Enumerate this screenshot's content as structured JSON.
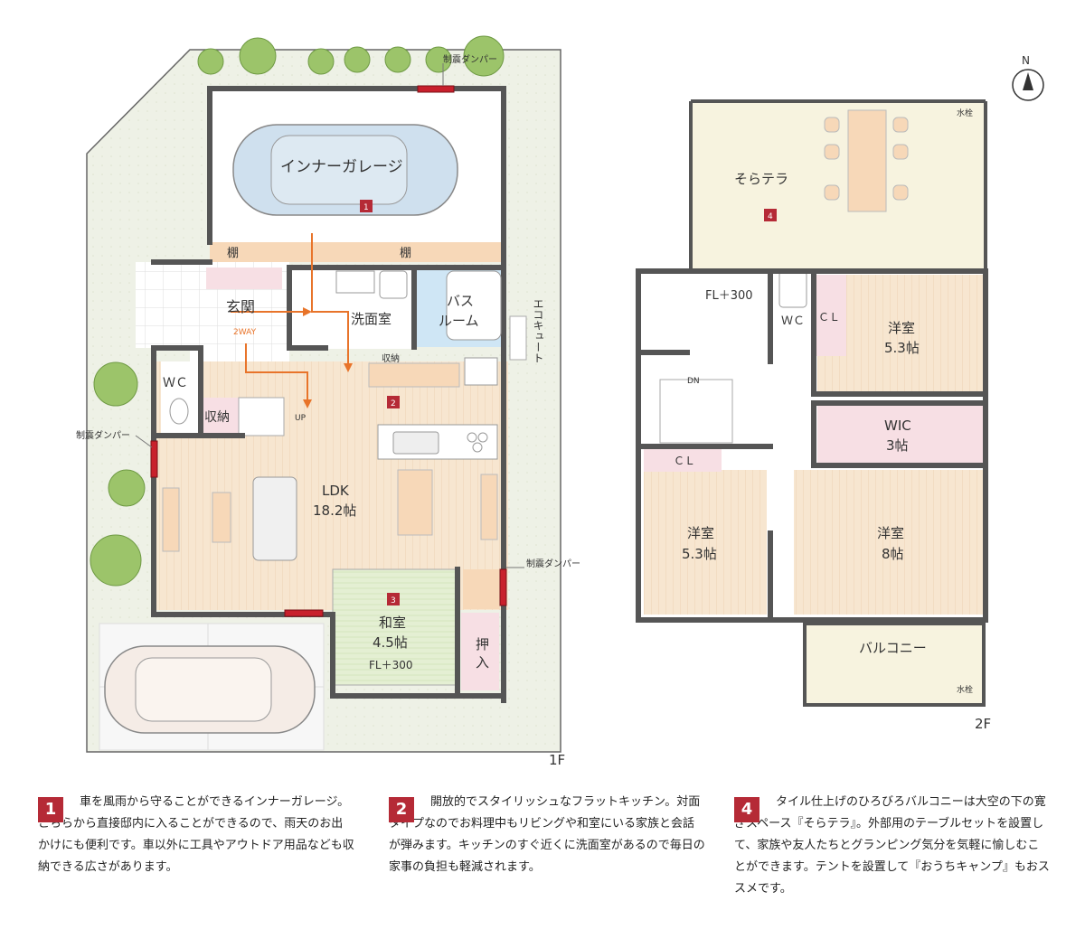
{
  "compass": {
    "label": "N"
  },
  "floor1": {
    "label": "1F",
    "garage": "インナーガレージ",
    "shelf_left": "棚",
    "shelf_right": "棚",
    "entrance": "玄関",
    "twoway": "2WAY",
    "washroom": "洗面室",
    "bath_line1": "バス",
    "bath_line2": "ルーム",
    "ecocute": "エコキュート",
    "storage_small": "収納",
    "wc": "ＷＣ",
    "storage": "収納",
    "up": "UP",
    "ldk_name": "LDK",
    "ldk_size": "18.2帖",
    "washitsu_name": "和室",
    "washitsu_size": "4.5帖",
    "washitsu_fl": "FL＋300",
    "oshiire_line1": "押",
    "oshiire_line2": "入",
    "damper_top": "制震ダンパー",
    "damper_left": "制震ダンパー",
    "damper_right": "制震ダンパー"
  },
  "floor2": {
    "label": "2F",
    "terrace": "そらテラ",
    "suisen_top": "水栓",
    "fl": "FL＋300",
    "wc": "ＷＣ",
    "cl_top": "ＣＬ",
    "room1_name": "洋室",
    "room1_size": "5.3帖",
    "dn": "DN",
    "wic_name": "WIC",
    "wic_size": "3帖",
    "cl_left": "ＣＬ",
    "room2_name": "洋室",
    "room2_size": "5.3帖",
    "room3_name": "洋室",
    "room3_size": "8帖",
    "balcony": "バルコニー",
    "suisen_bottom": "水栓"
  },
  "markers": {
    "m1": "1",
    "m2": "2",
    "m3": "3",
    "m4": "4"
  },
  "notes": [
    {
      "num": "1",
      "text": "車を風雨から守ることができるインナーガレージ。こちらから直接邸内に入ることができるので、雨天のお出かけにも便利です。車以外に工具やアウトドア用品なども収納できる広さがあります。"
    },
    {
      "num": "2",
      "text": "開放的でスタイリッシュなフラットキッチン。対面タイプなのでお料理中もリビングや和室にいる家族と会話が弾みます。キッチンのすぐ近くに洗面室があるので毎日の家事の負担も軽減されます。"
    },
    {
      "num": "4",
      "text": "タイル仕上げのひろびろバルコニーは大空の下の寛ぎスペース『そらテラ』。外部用のテーブルセットを設置して、家族や友人たちとグランピング気分を気軽に愉しむことができます。テントを設置して『おうちキャンプ』もおススメです。"
    }
  ],
  "colors": {
    "wall": "#555555",
    "wood": "#f7e6d0",
    "tatami": "#e4efd3",
    "bath": "#cfe6f5",
    "pink": "#f7dfe4",
    "lot": "#eef1e6",
    "marker": "#b52a36",
    "arrow": "#e8742a",
    "damper": "#c8202c",
    "tree": "#9cc46a"
  }
}
